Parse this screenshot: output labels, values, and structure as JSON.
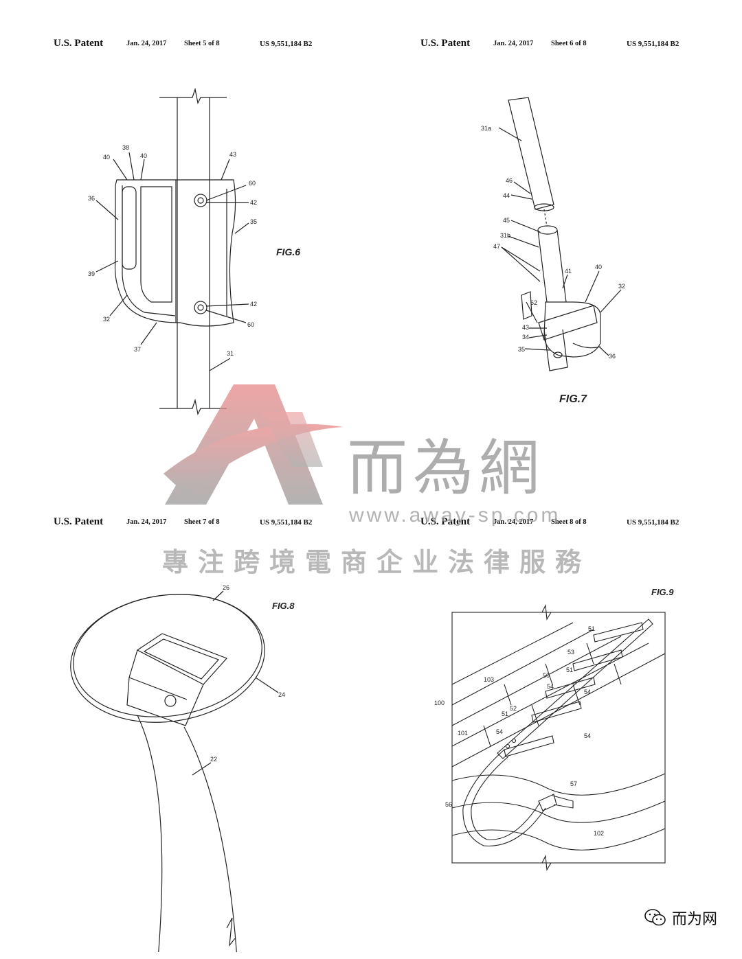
{
  "sheets": [
    {
      "header": {
        "patent": "U.S. Patent",
        "date": "Jan. 24, 2017",
        "sheet": "Sheet 5 of 8",
        "number": "US 9,551,184 B2"
      },
      "figure": {
        "label": "FIG.6",
        "refs": [
          "40",
          "38",
          "40",
          "36",
          "39",
          "32",
          "37",
          "43",
          "60",
          "42",
          "35",
          "42",
          "60",
          "31"
        ]
      }
    },
    {
      "header": {
        "patent": "U.S. Patent",
        "date": "Jan. 24, 2017",
        "sheet": "Sheet 6 of 8",
        "number": "US 9,551,184 B2"
      },
      "figure": {
        "label": "FIG.7",
        "refs": [
          "31a",
          "46",
          "44",
          "45",
          "31b",
          "47",
          "41",
          "40",
          "32",
          "62",
          "43",
          "34",
          "35",
          "36"
        ]
      }
    },
    {
      "header": {
        "patent": "U.S. Patent",
        "date": "Jan. 24, 2017",
        "sheet": "Sheet 7 of 8",
        "number": "US 9,551,184 B2"
      },
      "figure": {
        "label": "FIG.8",
        "refs": [
          "26",
          "24",
          "22"
        ]
      }
    },
    {
      "header": {
        "patent": "U.S. Patent",
        "date": "Jan. 24, 2017",
        "sheet": "Sheet 8 of 8",
        "number": "US 9,551,184 B2"
      },
      "figure": {
        "label": "FIG.9",
        "refs": [
          "51",
          "53",
          "51",
          "50",
          "54",
          "103",
          "54",
          "51",
          "52",
          "100",
          "54",
          "101",
          "54",
          "57",
          "56",
          "102"
        ]
      }
    }
  ],
  "watermark": {
    "brand": "而為網",
    "url": "www.away-sp.com",
    "tagline": "專注跨境電商企业法律服務",
    "logo_color_top": "#e98888",
    "logo_color_bottom": "#9a9a9a"
  },
  "footer": {
    "account": "而为网",
    "icon": "wechat-icon"
  }
}
